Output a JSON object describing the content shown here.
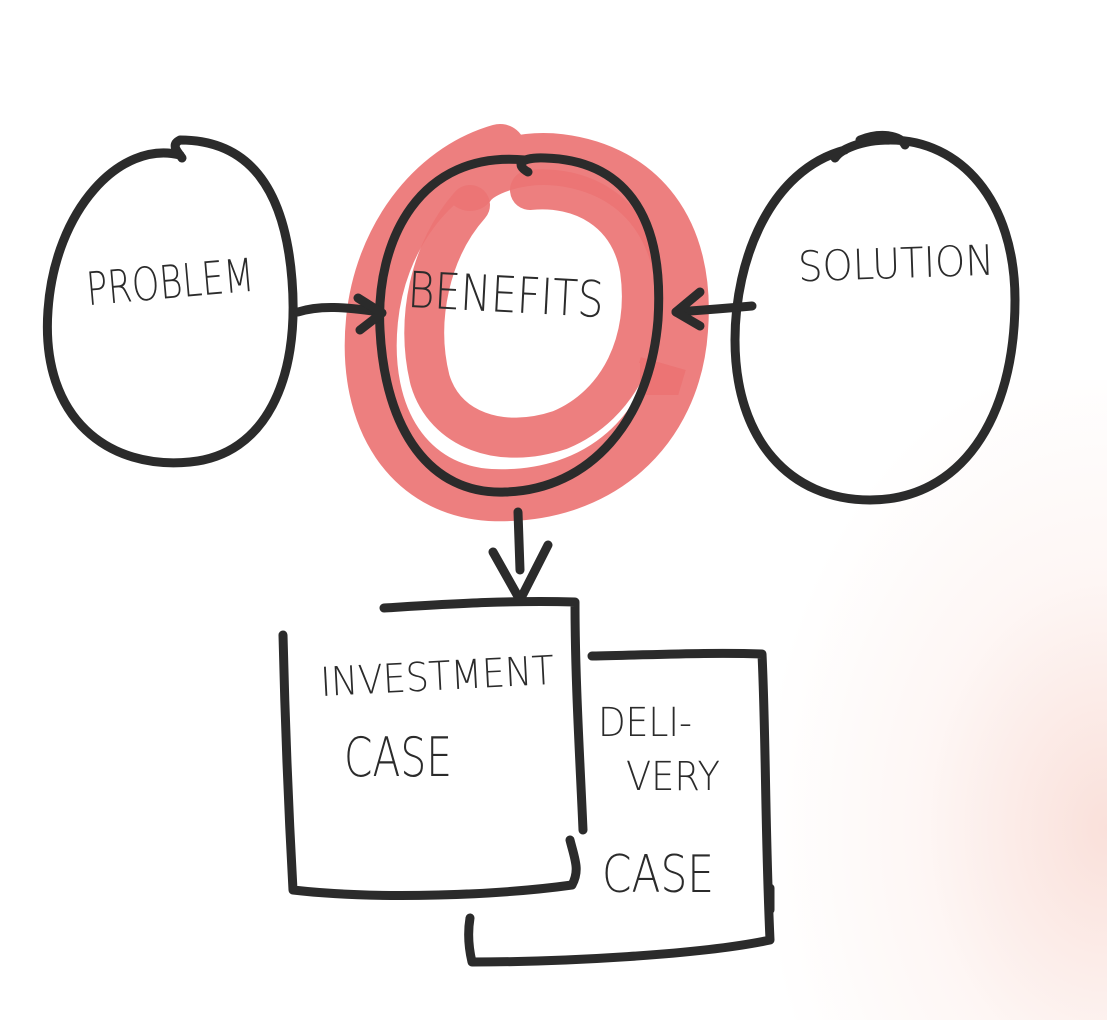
{
  "nodes": {
    "problem": {
      "label": "PROBLEM"
    },
    "benefits": {
      "label": "BENEFITS",
      "highlight_color": "#ec7474"
    },
    "solution": {
      "label": "SOLUTION"
    }
  },
  "documents": {
    "investment_case": {
      "line1": "INVESTMENT",
      "line2": "CASE"
    },
    "delivery_case": {
      "line1": "DELI-",
      "line2": "VERY",
      "line3": "CASE"
    }
  },
  "colors": {
    "ink": "#2b2b2b",
    "highlight": "#ec7474",
    "background": "#ffffff",
    "glow": "#f8d6ce"
  }
}
